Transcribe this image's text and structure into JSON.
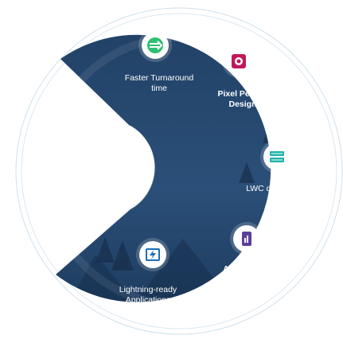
{
  "segments": [
    {
      "label_lines": [
        "Faster Turnaround",
        "time"
      ],
      "icon": "speed-arrow-icon"
    },
    {
      "label_lines": [
        "Pixel Perfect",
        "Design"
      ],
      "icon": "pixel-design-icon"
    },
    {
      "label_lines": [
        "LWC development"
      ],
      "icon": "component-stack-icon"
    },
    {
      "label_lines": [
        "App Builder"
      ],
      "icon": "tablet-chart-icon"
    },
    {
      "label_lines": [
        "Lightning-ready",
        "Applications"
      ],
      "icon": "lightning-bolt-icon"
    }
  ],
  "colors": {
    "ring_dark": "#1b3a5c",
    "ring_mid": "#2a4d73",
    "outer_line": "#c9ddea",
    "accent_green": "#2fbf71",
    "accent_red": "#c2185b",
    "accent_teal": "#1fb5a8",
    "accent_purple": "#5b3f9b",
    "accent_blue": "#1a6fb8"
  }
}
